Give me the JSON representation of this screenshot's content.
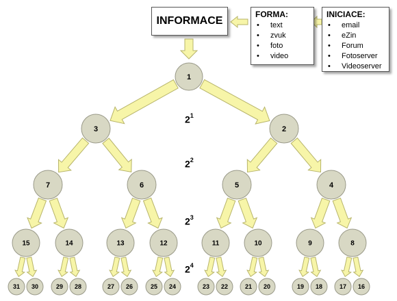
{
  "informace": {
    "label": "INFORMACE"
  },
  "forma": {
    "title": "FORMA:",
    "items": [
      "text",
      "zvuk",
      "foto",
      "video"
    ]
  },
  "iniciace": {
    "title": "INICIACE:",
    "items": [
      "email",
      "eZin",
      "Forum",
      "Fotoserver",
      "Videoserver"
    ]
  },
  "levels": [
    {
      "base": "2",
      "exp": "1"
    },
    {
      "base": "2",
      "exp": "2"
    },
    {
      "base": "2",
      "exp": "3"
    },
    {
      "base": "2",
      "exp": "4"
    }
  ],
  "tree": {
    "root": "1",
    "level1": [
      "3",
      "2"
    ],
    "level2": [
      "7",
      "6",
      "5",
      "4"
    ],
    "level3": [
      "15",
      "14",
      "13",
      "12",
      "11",
      "10",
      "9",
      "8"
    ],
    "level4": [
      "31",
      "30",
      "29",
      "28",
      "27",
      "26",
      "25",
      "24",
      "23",
      "22",
      "21",
      "20",
      "19",
      "18",
      "17",
      "16"
    ]
  },
  "colors": {
    "node_fill": "#d8d8c4",
    "node_stroke": "#999988",
    "arrow_fill": "#f7f5a8",
    "arrow_stroke": "#b7b46a"
  }
}
